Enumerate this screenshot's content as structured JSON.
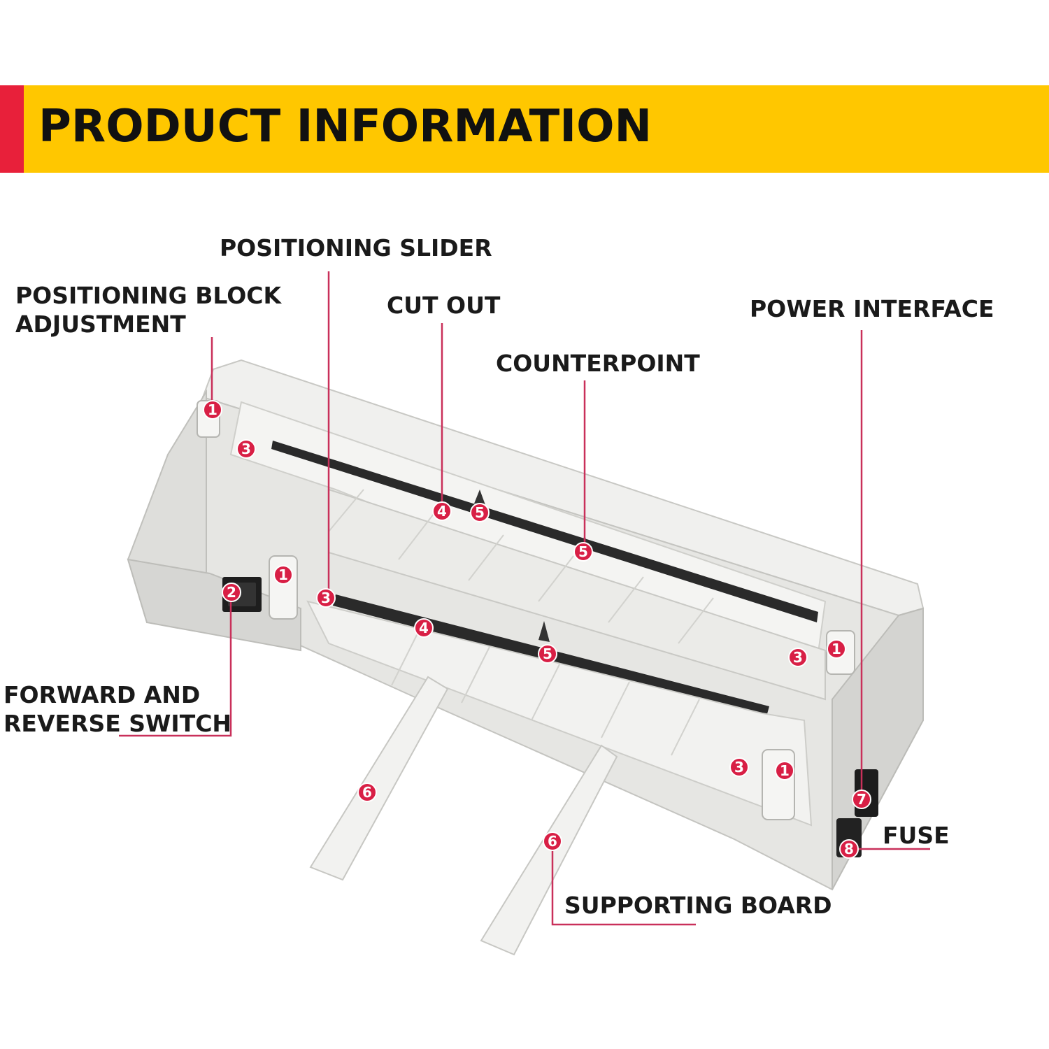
{
  "banner": {
    "title": "PRODUCT INFORMATION"
  },
  "labels": {
    "positioning_slider": "POSITIONING SLIDER",
    "positioning_block_line1": "POSITIONING BLOCK",
    "positioning_block_line2": "ADJUSTMENT",
    "cut_out": "CUT OUT",
    "counterpoint": "COUNTERPOINT",
    "power_interface": "POWER INTERFACE",
    "forward_reverse_line1": "FORWARD AND",
    "forward_reverse_line2": "REVERSE SWITCH",
    "fuse": "FUSE",
    "supporting_board": "SUPPORTING BOARD"
  },
  "markers": [
    "1",
    "1",
    "1",
    "1",
    "2",
    "3",
    "3",
    "3",
    "3",
    "4",
    "4",
    "5",
    "5",
    "5",
    "6",
    "6",
    "7",
    "8"
  ],
  "colors": {
    "banner": "#ffc700",
    "banner_accent": "#e8203a",
    "marker": "#d81f45",
    "leader_line": "#c9305a",
    "device_body": "#e8e8e6"
  }
}
